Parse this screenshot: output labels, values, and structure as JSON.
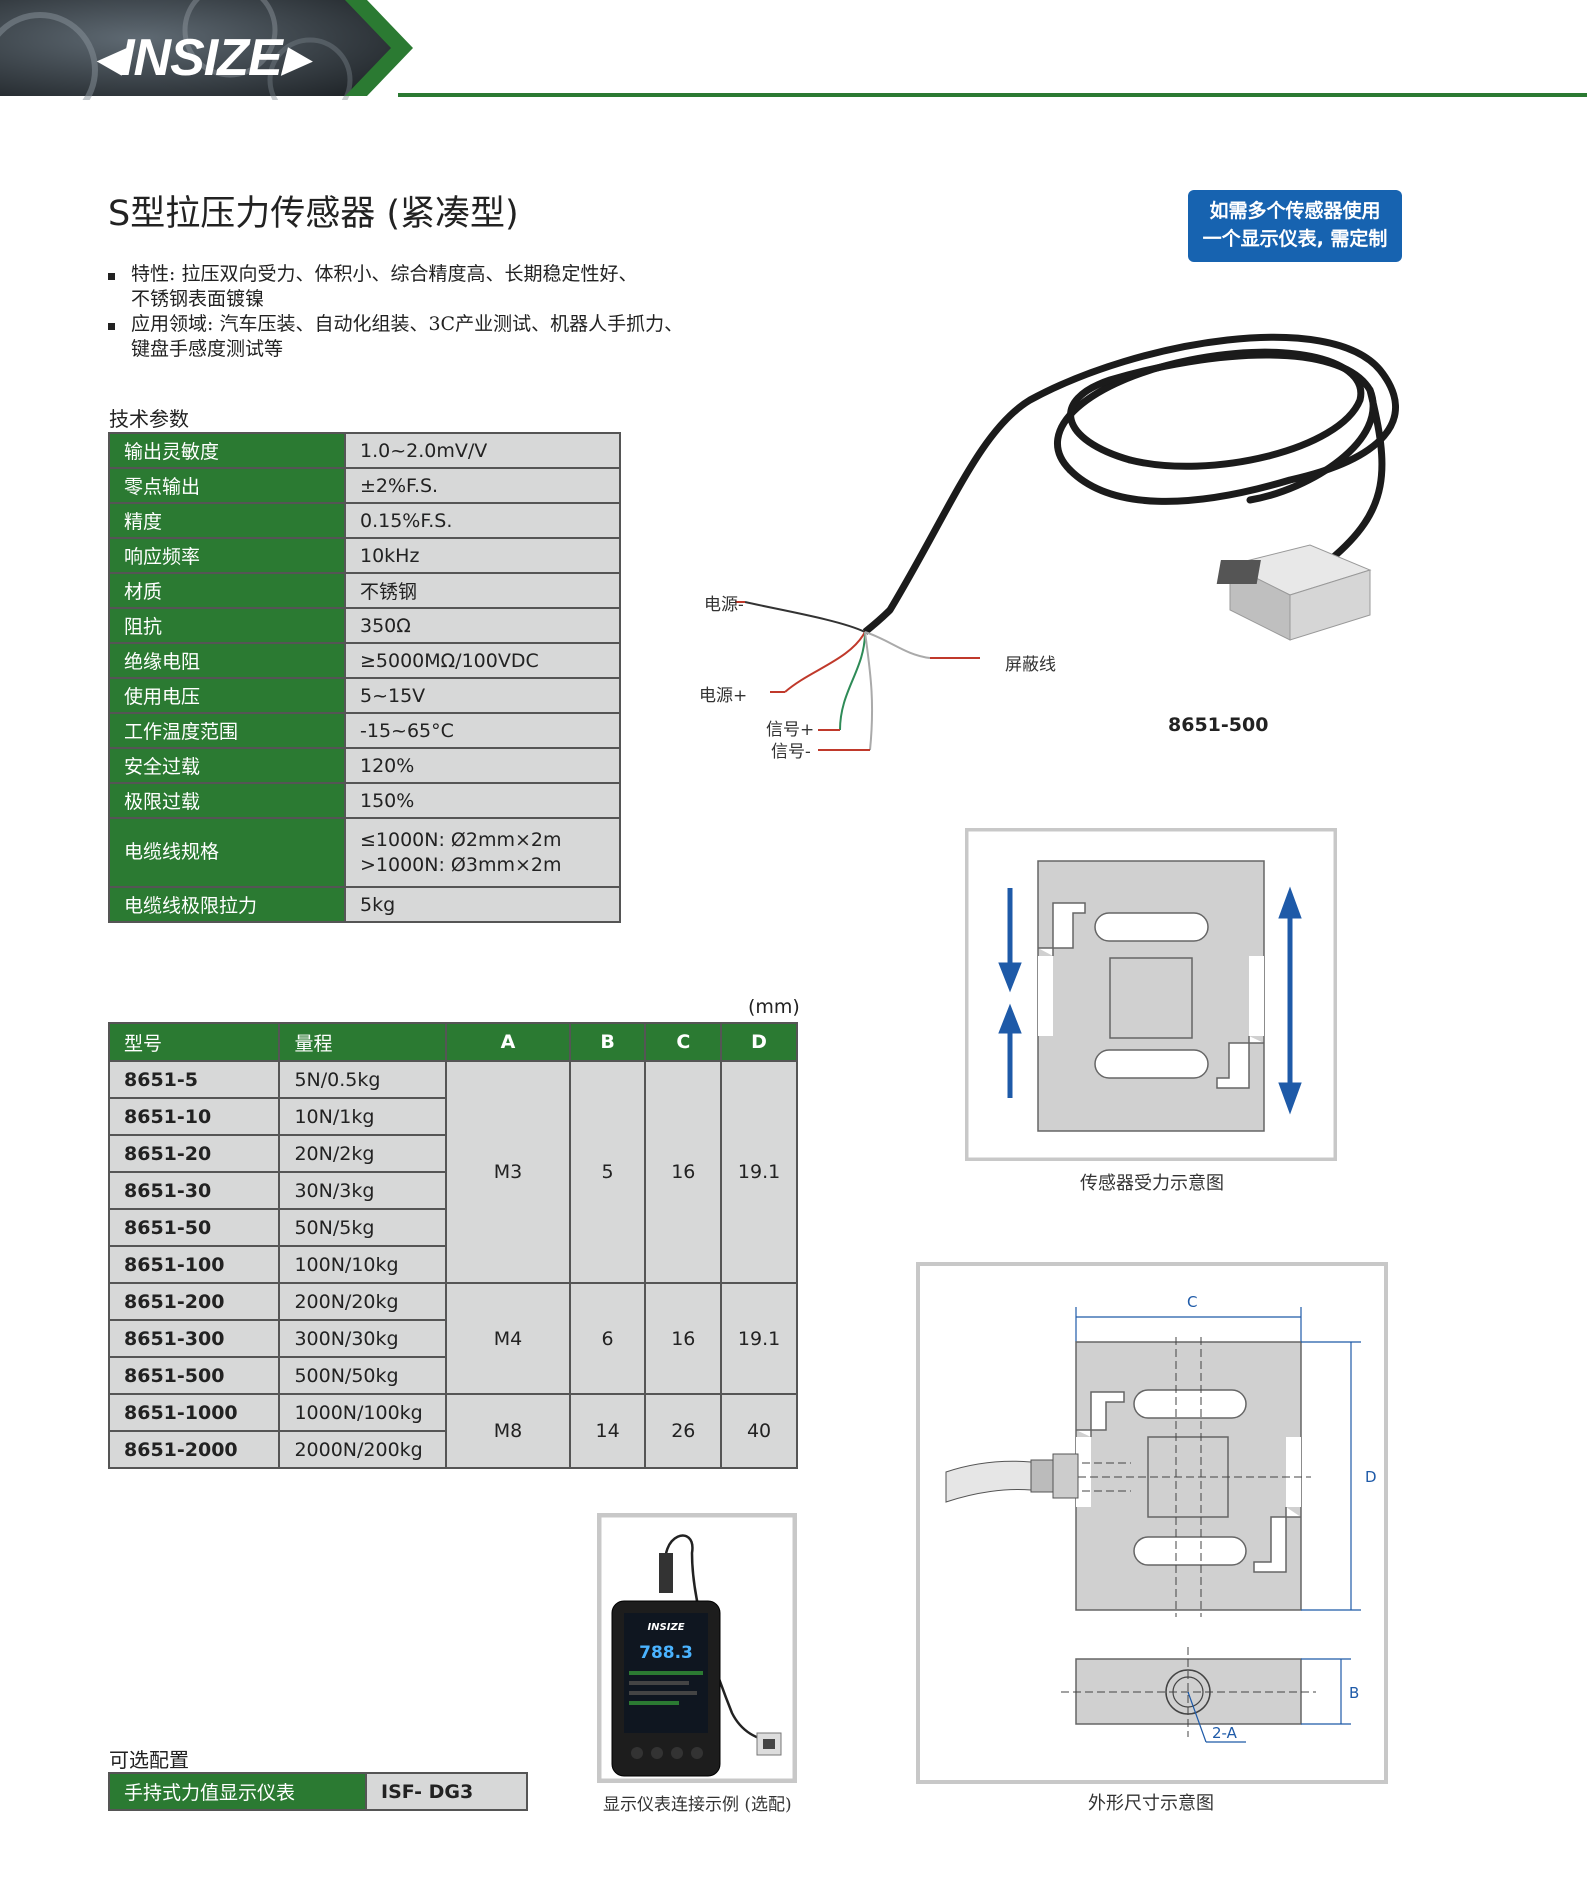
{
  "header": {
    "brand": "INSIZE"
  },
  "title": "S型拉压力传感器 (紧凑型)",
  "notice": {
    "line1": "如需多个传感器使用",
    "line2": "一个显示仪表, 需定制"
  },
  "features": [
    {
      "line1": "特性: 拉压双向受力、体积小、综合精度高、长期稳定性好、",
      "line2": "不锈钢表面镀镍"
    },
    {
      "line1": "应用领域: 汽车压装、自动化组装、3C产业测试、机器人手抓力、",
      "line2": "键盘手感度测试等"
    }
  ],
  "spec": {
    "heading": "技术参数",
    "rows": [
      {
        "k": "输出灵敏度",
        "v": "1.0~2.0mV/V"
      },
      {
        "k": "零点输出",
        "v": "±2%F.S."
      },
      {
        "k": "精度",
        "v": "0.15%F.S."
      },
      {
        "k": "响应频率",
        "v": "10kHz"
      },
      {
        "k": "材质",
        "v": "不锈钢"
      },
      {
        "k": "阻抗",
        "v": "350Ω"
      },
      {
        "k": "绝缘电阻",
        "v": "≥5000MΩ/100VDC"
      },
      {
        "k": "使用电压",
        "v": "5~15V"
      },
      {
        "k": "工作温度范围",
        "v": "-15~65°C"
      },
      {
        "k": "安全过载",
        "v": "120%"
      },
      {
        "k": "极限过载",
        "v": "150%"
      }
    ],
    "cable": {
      "k": "电缆线规格",
      "v1": "≤1000N: Ø2mm×2m",
      "v2": ">1000N: Ø3mm×2m"
    },
    "pull": {
      "k": "电缆线极限拉力",
      "v": "5kg"
    }
  },
  "models": {
    "unit": "(mm)",
    "headers": {
      "model": "型号",
      "range": "量程",
      "a": "A",
      "b": "B",
      "c": "C",
      "d": "D"
    },
    "rows": [
      {
        "m": "8651-5",
        "r": "5N/0.5kg"
      },
      {
        "m": "8651-10",
        "r": "10N/1kg"
      },
      {
        "m": "8651-20",
        "r": "20N/2kg"
      },
      {
        "m": "8651-30",
        "r": "30N/3kg"
      },
      {
        "m": "8651-50",
        "r": "50N/5kg"
      },
      {
        "m": "8651-100",
        "r": "100N/10kg"
      },
      {
        "m": "8651-200",
        "r": "200N/20kg"
      },
      {
        "m": "8651-300",
        "r": "300N/30kg"
      },
      {
        "m": "8651-500",
        "r": "500N/50kg"
      },
      {
        "m": "8651-1000",
        "r": "1000N/100kg"
      },
      {
        "m": "8651-2000",
        "r": "2000N/200kg"
      }
    ],
    "groups": [
      {
        "a": "M3",
        "b": "5",
        "c": "16",
        "d": "19.1"
      },
      {
        "a": "M4",
        "b": "6",
        "c": "16",
        "d": "19.1"
      },
      {
        "a": "M8",
        "b": "14",
        "c": "26",
        "d": "40"
      }
    ]
  },
  "optional": {
    "heading": "可选配置",
    "k": "手持式力值显示仪表",
    "v": "ISF- DG3"
  },
  "product": {
    "model": "8651-500",
    "wires": {
      "power_neg": "电源-",
      "power_pos": "电源+",
      "sig_pos": "信号+",
      "sig_neg": "信号-",
      "shield": "屏蔽线"
    }
  },
  "diagrams": {
    "force_caption": "传感器受力示意图",
    "dim_caption": "外形尺寸示意图",
    "dim_labels": {
      "c": "C",
      "d": "D",
      "b": "B",
      "hole": "2-A"
    },
    "display_caption": "显示仪表连接示例 (选配)",
    "display_brand": "INSIZE",
    "display_value": "788.3"
  },
  "colors": {
    "green": "#2b7a32",
    "blue": "#1763b0",
    "cell": "#d7d8d8"
  }
}
